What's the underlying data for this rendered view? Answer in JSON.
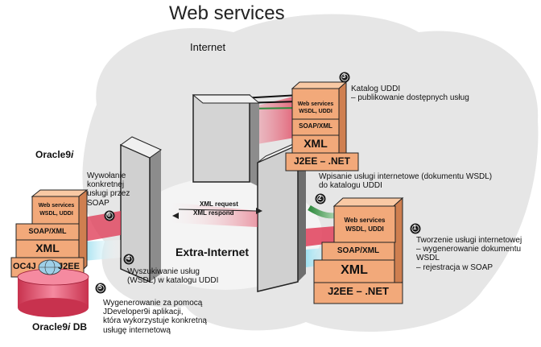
{
  "title": "Web services",
  "region_label": "Internet",
  "extranet_label": "Extra-Internet",
  "client": {
    "name_prefix": "Oracle9",
    "name_suffix": "i",
    "db_prefix": "Oracle9",
    "db_suffix": "i",
    "db_word": "DB",
    "stack": {
      "ws_line1": "Web services",
      "ws_line2": "WSDL, UDDI",
      "soap": "SOAP/XML",
      "xml": "XML",
      "left": "OC4J",
      "right": "J2EE"
    }
  },
  "uddi_stack": {
    "ws_line1": "Web services",
    "ws_line2": "WSDL, UDDI",
    "soap": "SOAP/XML",
    "xml": "XML",
    "bottom": "J2EE – .NET"
  },
  "provider_stack": {
    "ws_line1": "Web services",
    "ws_line2": "WSDL, UDDI",
    "soap": "SOAP/XML",
    "xml": "XML",
    "bottom": "J2EE – .NET"
  },
  "messages": {
    "request": "XML request",
    "respond": "XML respond"
  },
  "steps": [
    {
      "num": "1",
      "text": "Tworzenie usługi internetowej\n– wygenerowanie dokumentu WSDL\n– rejestracja w SOAP"
    },
    {
      "num": "2",
      "text": "Wpisanie usługi internetowe (dokumentu WSDL)\ndo katalogu UDDI"
    },
    {
      "num": "3",
      "text": "Katalog UDDI\n– publikowanie dostępnych usług"
    },
    {
      "num": "4",
      "text": "Wyszukiwanie usług\n(WSDL) w katalogu UDDI"
    },
    {
      "num": "5",
      "text": "Wygenerowanie za pomocą\nJDeveloper9i aplikacji,\nktóra wykorzystuje konkretną\nusługę internetową"
    },
    {
      "num": "6",
      "text": "Wywołanie\nkonkretnej\nusługi przez\nSOAP"
    }
  ],
  "colors": {
    "cloud": "#e6e6e6",
    "block_face": "#f2a97a",
    "block_top": "#f9c9a4",
    "block_side": "#cf7f50",
    "wall_front": "#d8d8d8",
    "wall_side": "#8c8c8c",
    "beam_red": "#e0405a",
    "beam_green": "#3a9a4a",
    "beam_blue": "#7fd0e8",
    "db": "#e8607a",
    "badge": "#1a1a1a"
  }
}
